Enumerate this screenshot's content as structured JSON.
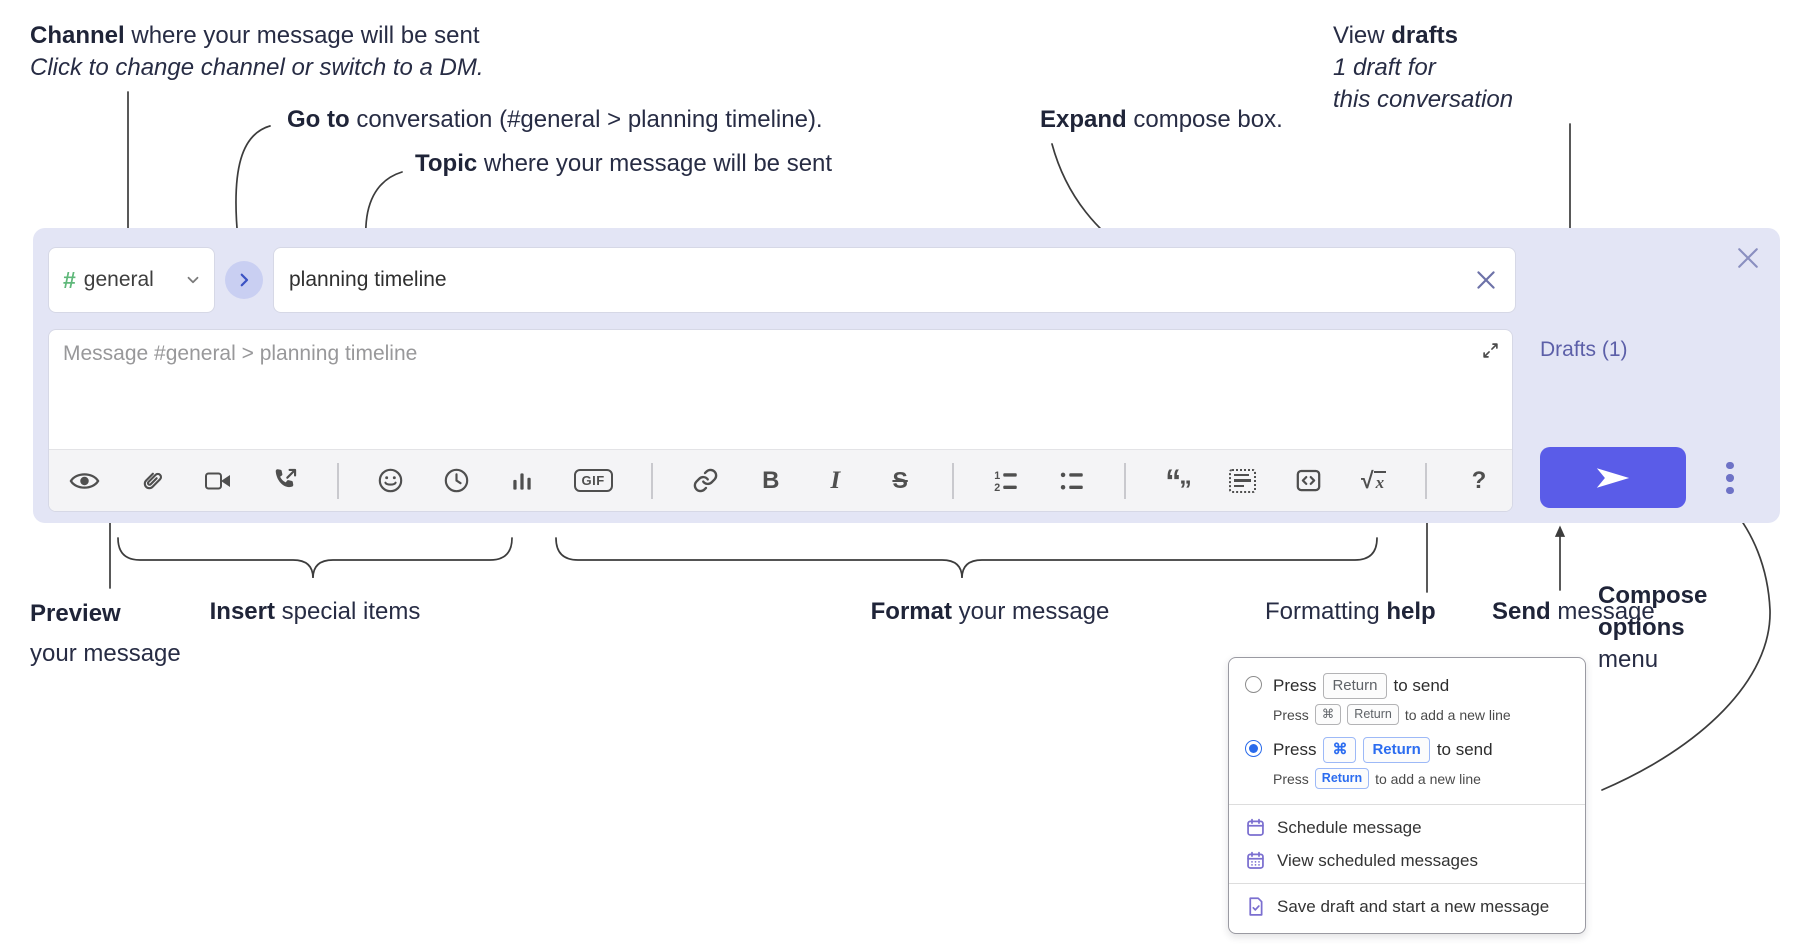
{
  "annotations": {
    "channel": {
      "bold": "Channel",
      "rest": " where your message will be sent",
      "line2": "Click to change channel or switch to a DM."
    },
    "goto": {
      "bold": "Go to",
      "rest": " conversation (#general > planning timeline)."
    },
    "topic": {
      "bold": "Topic",
      "rest": " where your message will be sent"
    },
    "expand": {
      "bold": "Expand",
      "rest": " compose box."
    },
    "view_drafts": {
      "pre": "View ",
      "bold": "drafts",
      "line2": "1 draft for",
      "line3": "this conversation"
    },
    "preview": {
      "bold": "Preview",
      "line2": "your message"
    },
    "insert": {
      "bold": "Insert",
      "rest": " special items"
    },
    "format": {
      "bold": "Format",
      "rest": " your message"
    },
    "formatting_help": {
      "pre": "Formatting ",
      "bold": "help"
    },
    "send": {
      "bold": "Send",
      "rest": " message"
    },
    "compose_options": {
      "line1": "Compose",
      "line2": "options",
      "line3": "menu"
    }
  },
  "compose": {
    "channel_selector": {
      "hash": "#",
      "name": "general"
    },
    "topic_input": {
      "value": "planning timeline"
    },
    "message_input": {
      "placeholder": "Message #general > planning timeline"
    },
    "drafts_link": "Drafts (1)",
    "toolbar": {
      "glyphs": {
        "bold": "B",
        "italic": "I",
        "strike": "S",
        "gif": "GIF",
        "sqrt": "√",
        "x": "x",
        "help": "?",
        "quote_open": "“",
        "quote_close": "”"
      },
      "icons": [
        "eye-preview",
        "paperclip-attach",
        "video-call",
        "voice-call",
        "emoji",
        "time",
        "poll",
        "gif",
        "link",
        "bold",
        "italic",
        "strikethrough",
        "numbered-list",
        "bulleted-list",
        "quote",
        "spoiler",
        "code",
        "math",
        "help"
      ]
    }
  },
  "menu": {
    "option_return": {
      "press": "Press",
      "key": "Return",
      "tail": "to send",
      "selected": false,
      "sub": {
        "press": "Press",
        "key1": "⌘",
        "key2": "Return",
        "tail": "to add a new line"
      }
    },
    "option_cmd_return": {
      "press": "Press",
      "key1": "⌘",
      "key2": "Return",
      "tail": "to send",
      "selected": true,
      "sub": {
        "press": "Press",
        "key1": "Return",
        "tail": "to add a new line"
      }
    },
    "items": [
      {
        "icon": "calendar",
        "label": "Schedule message"
      },
      {
        "icon": "calendar-scheduled",
        "label": "View scheduled messages"
      },
      {
        "icon": "save-draft",
        "label": "Save draft and start a new message"
      }
    ]
  },
  "colors": {
    "compose_bg": "#e3e5f5",
    "send_button": "#5a5ce8",
    "drafts_link": "#5c5fa8",
    "hash_green": "#5fb87a",
    "radio_blue": "#2a6beb",
    "key_blue": "#2b6cf0",
    "annotation_text": "#272c44",
    "popup_icon_purple": "#7b6fd0",
    "close_x": "#8a8fc0"
  }
}
